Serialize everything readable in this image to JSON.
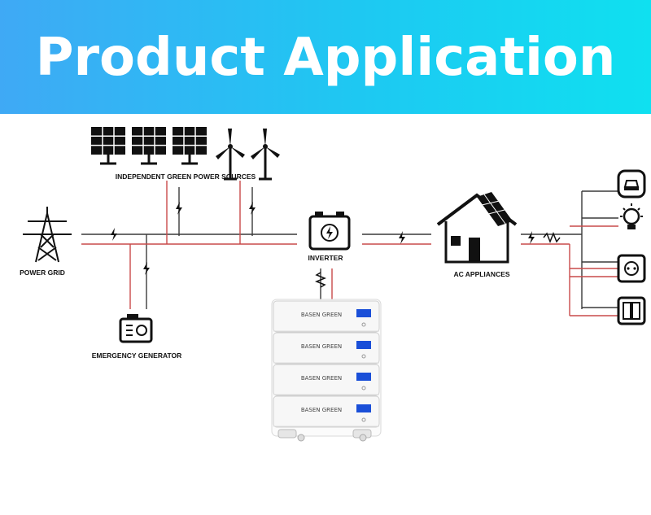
{
  "header": {
    "title": "Product Application"
  },
  "labels": {
    "green_sources": "INDEPENDENT GREEN POWER SOURCES",
    "power_grid": "POWER GRID",
    "inverter": "INVERTER",
    "ac_appliances": "AC APPLIANCES",
    "emergency_generator": "EMERGENCY GENERATOR"
  },
  "battery": {
    "brand": "BASEN GREEN",
    "modules": [
      "BASEN GREEN",
      "BASEN GREEN",
      "BASEN GREEN",
      "BASEN GREEN"
    ]
  },
  "icons": {
    "solar_panels": [
      "solar-panel-icon",
      "solar-panel-icon",
      "solar-panel-icon"
    ],
    "wind_turbines": [
      "wind-turbine-icon",
      "wind-turbine-icon"
    ],
    "appliances": [
      "car-icon",
      "light-bulb-icon",
      "power-socket-icon",
      "switch-panel-icon"
    ]
  },
  "colors": {
    "line_dark": "#3a3a3a",
    "line_red": "#c94a4a",
    "banner_start": "#3fa9f5",
    "banner_end": "#0fe0f0"
  }
}
